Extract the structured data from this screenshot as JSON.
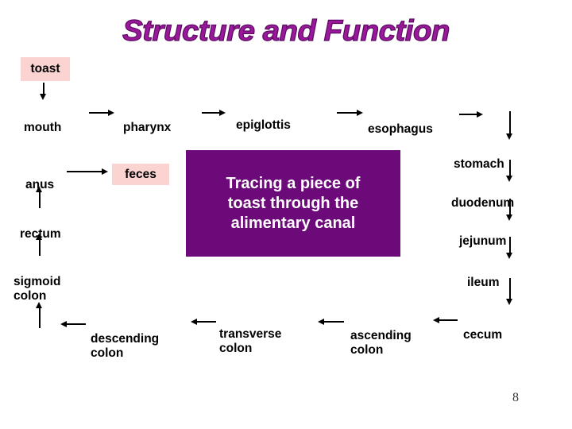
{
  "slide": {
    "title": "Structure and Function",
    "page_number": "8",
    "background_color": "#ffffff",
    "title_color": "#9a189a",
    "title_outline_color": "#5b0a63",
    "accent_box_color": "#6d0a79",
    "highlight_box_color": "#fbd4d2",
    "arrow_color": "#000000"
  },
  "caption": {
    "text": "Tracing a piece of\ntoast through the\nalimentary canal"
  },
  "highlights": [
    {
      "id": "toast",
      "label": "toast"
    },
    {
      "id": "feces",
      "label": "feces"
    }
  ],
  "nodes": {
    "toast": "toast",
    "mouth": "mouth",
    "pharynx": "pharynx",
    "epiglottis": "epiglottis",
    "esophagus": "esophagus",
    "stomach": "stomach",
    "duodenum": "duodenum",
    "jejunum": "jejunum",
    "ileum": "ileum",
    "cecum": "cecum",
    "ascending_colon": "ascending\ncolon",
    "transverse_colon": "transverse\ncolon",
    "descending_colon": "descending\ncolon",
    "sigmoid_colon": "sigmoid\ncolon",
    "rectum": "rectum",
    "anus": "anus",
    "feces": "feces"
  },
  "flow_sequence": [
    "toast",
    "mouth",
    "pharynx",
    "epiglottis",
    "esophagus",
    "stomach",
    "duodenum",
    "jejunum",
    "ileum",
    "cecum",
    "ascending colon",
    "transverse colon",
    "descending colon",
    "sigmoid colon",
    "rectum",
    "anus",
    "feces"
  ],
  "arrows": [
    {
      "name": "toast-to-mouth",
      "direction": "down"
    },
    {
      "name": "mouth-to-pharynx",
      "direction": "right"
    },
    {
      "name": "pharynx-to-epiglottis",
      "direction": "right"
    },
    {
      "name": "epiglottis-to-esophagus",
      "direction": "right"
    },
    {
      "name": "esophagus-to-turn",
      "direction": "right"
    },
    {
      "name": "turn-to-stomach",
      "direction": "down"
    },
    {
      "name": "stomach-to-duodenum",
      "direction": "down"
    },
    {
      "name": "duodenum-to-jejunum",
      "direction": "down"
    },
    {
      "name": "jejunum-to-ileum",
      "direction": "down"
    },
    {
      "name": "ileum-to-cecum",
      "direction": "down"
    },
    {
      "name": "cecum-to-ascending-colon",
      "direction": "left"
    },
    {
      "name": "ascending-to-transverse-colon",
      "direction": "left"
    },
    {
      "name": "transverse-to-descending-colon",
      "direction": "left"
    },
    {
      "name": "descending-colon-to-turn",
      "direction": "left"
    },
    {
      "name": "turn-to-sigmoid-colon",
      "direction": "up"
    },
    {
      "name": "sigmoid-colon-to-rectum",
      "direction": "up"
    },
    {
      "name": "rectum-to-anus",
      "direction": "up"
    },
    {
      "name": "anus-to-feces",
      "direction": "right"
    }
  ]
}
